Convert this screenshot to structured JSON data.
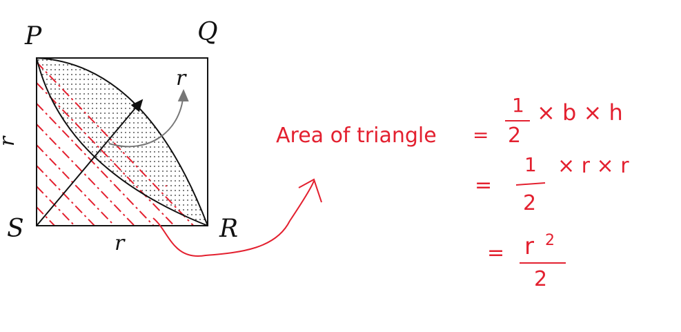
{
  "figure": {
    "vertex_labels": {
      "P": "P",
      "Q": "Q",
      "R": "R",
      "S": "S"
    },
    "side_label_left": "r",
    "side_label_bottom": "r",
    "radius_label": "r"
  },
  "notes": {
    "area_text": "Area of triangle",
    "eq1": "=",
    "eq2": "=",
    "eq3": "=",
    "frac_one_a": "1",
    "frac_two_a": "2",
    "times_bh": "× b × h",
    "frac_one_b": "1",
    "frac_two_b": "2",
    "times_rr": "× r × r",
    "r_sym": "r",
    "r_exp": "2",
    "frac_two_c": "2"
  },
  "colors": {
    "ink": "#111111",
    "annotation": "#e3202f",
    "gray_arrow": "#777777"
  }
}
